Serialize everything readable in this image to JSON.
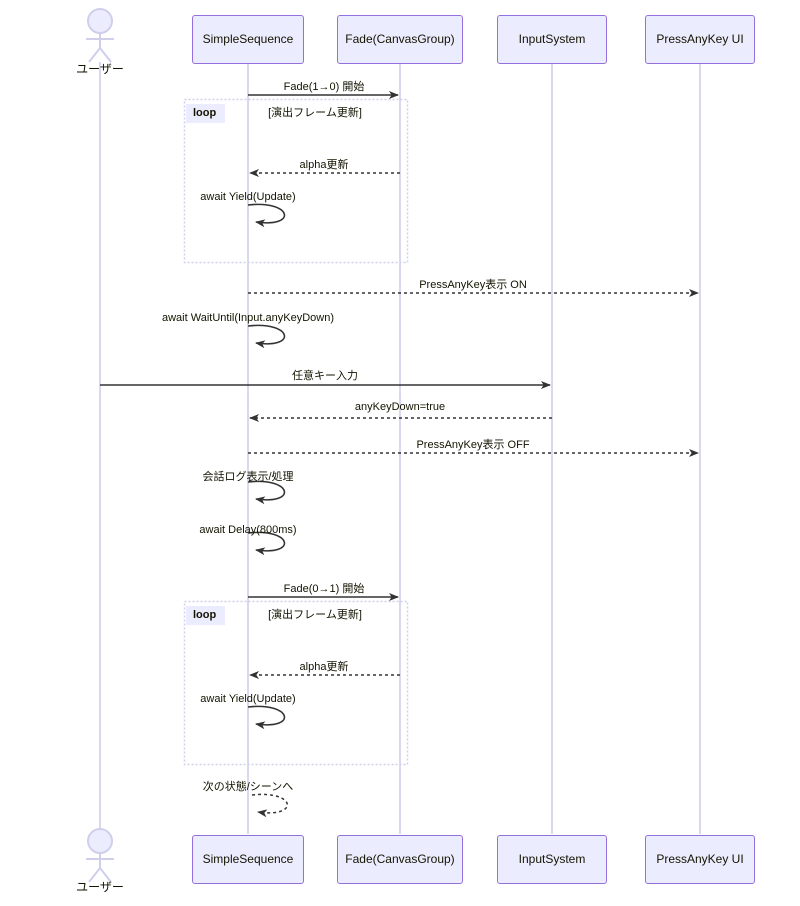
{
  "diagram": {
    "type": "sequence-diagram",
    "colors": {
      "participant_fill": "#ECECFF",
      "participant_border": "#9370DB",
      "lifeline": "#CFCFEB",
      "arrow": "#333333",
      "text": "#131300",
      "loop_border": "#CFCFEB",
      "loop_tag_fill": "#ECECFF"
    }
  },
  "actor": {
    "name": "actor-user",
    "label": "ユーザー",
    "top_label": "ユーザー",
    "bottom_label": "ユーザー"
  },
  "participants": [
    {
      "id": "user",
      "label": "ユーザー",
      "kind": "actor"
    },
    {
      "id": "sequence",
      "label": "SimpleSequence",
      "kind": "box"
    },
    {
      "id": "fade",
      "label": "Fade(CanvasGroup)",
      "kind": "box"
    },
    {
      "id": "input",
      "label": "InputSystem",
      "kind": "box"
    },
    {
      "id": "pressanykey",
      "label": "PressAnyKey UI",
      "kind": "box"
    }
  ],
  "messages": [
    {
      "id": "m1",
      "label": "Fade(1→0) 開始",
      "from": "sequence",
      "to": "fade",
      "style": "solid",
      "kind": "arrow"
    },
    {
      "id": "m2",
      "label": "alpha更新",
      "from": "fade",
      "to": "sequence",
      "style": "dotted",
      "kind": "arrow"
    },
    {
      "id": "m3",
      "label": "await Yield(Update)",
      "from": "sequence",
      "to": "sequence",
      "style": "solid",
      "kind": "self"
    },
    {
      "id": "m4",
      "label": "PressAnyKey表示 ON",
      "from": "sequence",
      "to": "pressanykey",
      "style": "dotted",
      "kind": "arrow"
    },
    {
      "id": "m5",
      "label": "await WaitUntil(Input.anyKeyDown)",
      "from": "sequence",
      "to": "sequence",
      "style": "solid",
      "kind": "self"
    },
    {
      "id": "m6",
      "label": "任意キー入力",
      "from": "user",
      "to": "input",
      "style": "solid",
      "kind": "arrow"
    },
    {
      "id": "m7",
      "label": "anyKeyDown=true",
      "from": "input",
      "to": "sequence",
      "style": "dotted",
      "kind": "arrow"
    },
    {
      "id": "m8",
      "label": "PressAnyKey表示 OFF",
      "from": "sequence",
      "to": "pressanykey",
      "style": "dotted",
      "kind": "arrow"
    },
    {
      "id": "m9",
      "label": "会話ログ表示/処理",
      "from": "sequence",
      "to": "sequence",
      "style": "solid",
      "kind": "self"
    },
    {
      "id": "m10",
      "label": "await Delay(800ms)",
      "from": "sequence",
      "to": "sequence",
      "style": "solid",
      "kind": "self"
    },
    {
      "id": "m11",
      "label": "Fade(0→1) 開始",
      "from": "sequence",
      "to": "fade",
      "style": "solid",
      "kind": "arrow"
    },
    {
      "id": "m12",
      "label": "alpha更新",
      "from": "fade",
      "to": "sequence",
      "style": "dotted",
      "kind": "arrow"
    },
    {
      "id": "m13",
      "label": "await Yield(Update)",
      "from": "sequence",
      "to": "sequence",
      "style": "solid",
      "kind": "self"
    },
    {
      "id": "m14",
      "label": "次の状態/シーンへ",
      "from": "sequence",
      "to": "sequence",
      "style": "dotted",
      "kind": "self"
    }
  ],
  "loops": [
    {
      "id": "loop1",
      "tag": "loop",
      "condition": "[演出フレーム更新]"
    },
    {
      "id": "loop2",
      "tag": "loop",
      "condition": "[演出フレーム更新]"
    }
  ],
  "labels": {
    "loop_tag": "loop",
    "loop_condition": "[演出フレーム更新]",
    "participant_sequence": "SimpleSequence",
    "participant_fade": "Fade(CanvasGroup)",
    "participant_input": "InputSystem",
    "participant_pressanykey": "PressAnyKey UI",
    "msg_fade_start_1": "Fade(1→0) 開始",
    "msg_alpha_update_1": "alpha更新",
    "msg_yield_1": "await Yield(Update)",
    "msg_pak_on": "PressAnyKey表示 ON",
    "msg_waituntil": "await WaitUntil(Input.anyKeyDown)",
    "msg_anykey_input": "任意キー入力",
    "msg_anykeydown_true": "anyKeyDown=true",
    "msg_pak_off": "PressAnyKey表示 OFF",
    "msg_log": "会話ログ表示/処理",
    "msg_delay": "await Delay(800ms)",
    "msg_fade_start_2": "Fade(0→1) 開始",
    "msg_alpha_update_2": "alpha更新",
    "msg_yield_2": "await Yield(Update)",
    "msg_next_scene": "次の状態/シーンへ"
  }
}
